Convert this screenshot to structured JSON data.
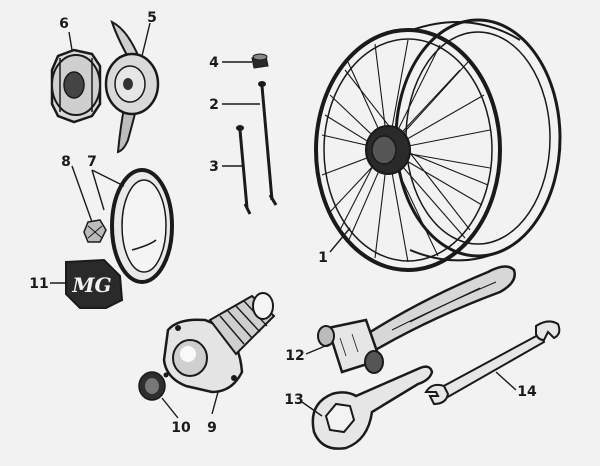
{
  "callouts": [
    {
      "id": "6",
      "text": "6"
    },
    {
      "id": "5",
      "text": "5"
    },
    {
      "id": "4",
      "text": "4"
    },
    {
      "id": "2",
      "text": "2"
    },
    {
      "id": "3",
      "text": "3"
    },
    {
      "id": "8",
      "text": "8"
    },
    {
      "id": "7",
      "text": "7"
    },
    {
      "id": "1",
      "text": "1"
    },
    {
      "id": "11",
      "text": "11"
    },
    {
      "id": "12",
      "text": "12"
    },
    {
      "id": "13",
      "text": "13"
    },
    {
      "id": "14",
      "text": "14"
    },
    {
      "id": "10",
      "text": "10"
    },
    {
      "id": "9",
      "text": "9"
    }
  ],
  "badge_text": "MG",
  "colors": {
    "ink": "#1a1a1a",
    "paper": "#f2f2f2",
    "shade": "#8a8a8a"
  }
}
